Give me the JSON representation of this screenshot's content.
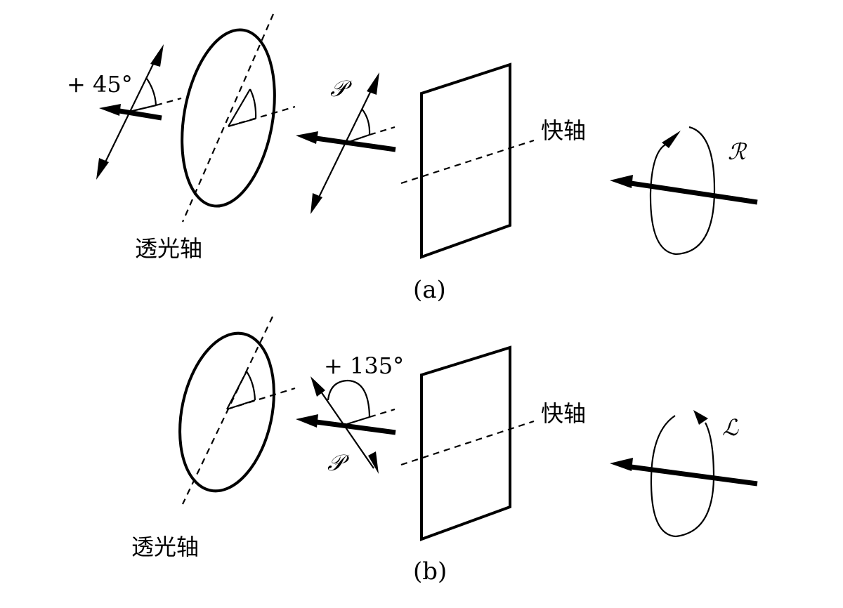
{
  "panels": [
    {
      "id": "a",
      "caption": "(a)",
      "polarizer_axis_label": "透光轴",
      "polarizer_angle_label": "+ 45°",
      "polarization_symbol": "𝒫",
      "waveplate_axis_label": "快轴",
      "output_symbol": "ℛ",
      "output_handedness": "right-circular"
    },
    {
      "id": "b",
      "caption": "(b)",
      "polarizer_axis_label": "透光轴",
      "polarizer_angle_label": "+ 135°",
      "polarization_symbol": "𝒫",
      "waveplate_axis_label": "快轴",
      "output_symbol": "ℒ",
      "output_handedness": "left-circular"
    }
  ]
}
